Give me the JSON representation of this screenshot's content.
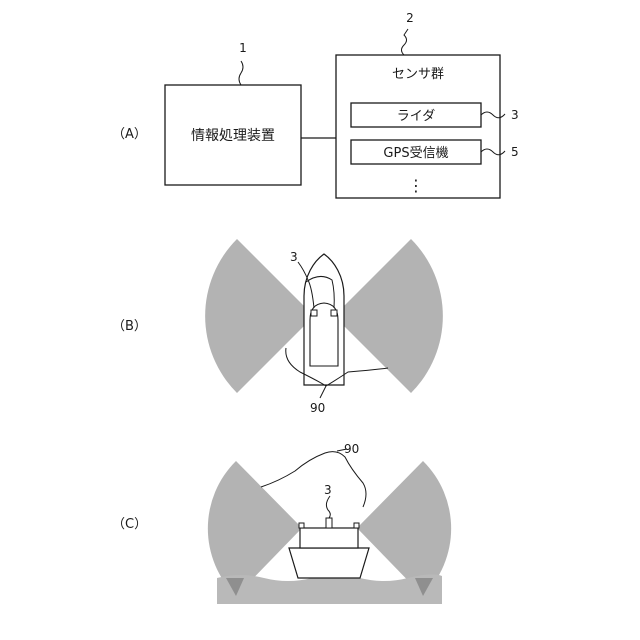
{
  "panel_a": {
    "label": "（A）",
    "info_box": {
      "ref": "1",
      "title": "情報処理装置"
    },
    "sensor_group": {
      "ref": "2",
      "title": "センサ群",
      "items": [
        {
          "label": "ライダ",
          "ref": "3"
        },
        {
          "label": "GPS受信機",
          "ref": "5"
        }
      ],
      "ellipsis": "⋮"
    }
  },
  "panel_b": {
    "label": "（B）",
    "lidar_ref": "3",
    "range_ref": "90"
  },
  "panel_c": {
    "label": "（C）",
    "lidar_ref": "3",
    "range_ref": "90"
  },
  "colors": {
    "fov": "#b3b3b3",
    "fov_dark": "#8f8f8f",
    "water": "#b9b9b9",
    "line": "#1a1a1a"
  }
}
